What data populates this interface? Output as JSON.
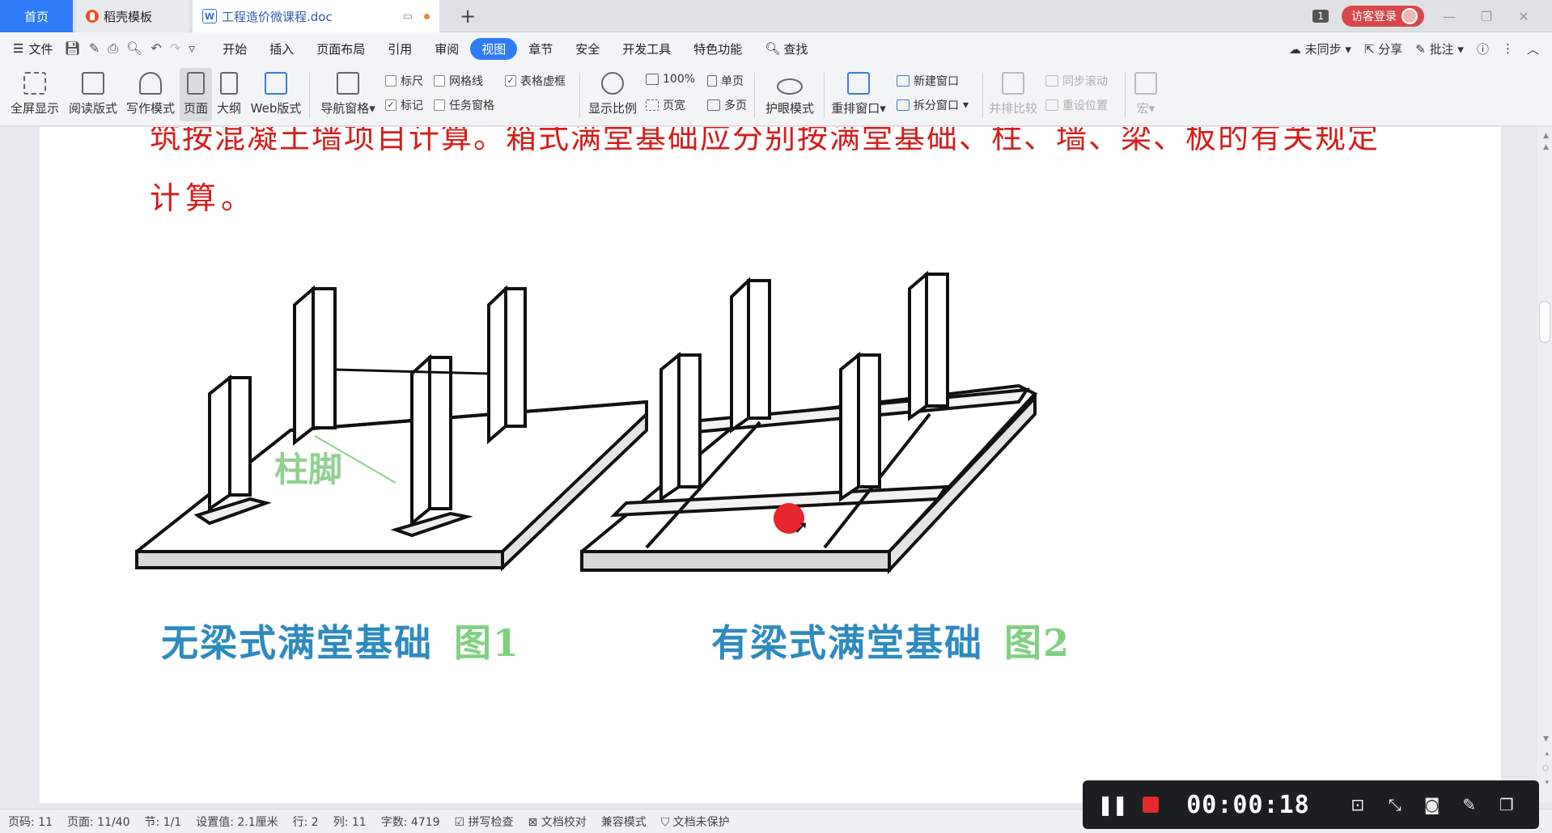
{
  "tabs": {
    "home": "首页",
    "daoke": "稻壳模板",
    "doc": "工程造价微课程.doc",
    "add": "+"
  },
  "titlebar_right": {
    "count": "1",
    "login": "访客登录"
  },
  "menu": {
    "file": "文件",
    "items": [
      "开始",
      "插入",
      "页面布局",
      "引用",
      "审阅",
      "视图",
      "章节",
      "安全",
      "开发工具",
      "特色功能"
    ],
    "active": "视图",
    "search": "查找",
    "right": {
      "sync": "未同步",
      "share": "分享",
      "comment": "批注"
    }
  },
  "ribbon": {
    "fullscreen": "全屏显示",
    "read_mode": "阅读版式",
    "write_mode": "写作模式",
    "page": "页面",
    "outline": "大纲",
    "web": "Web版式",
    "nav_pane": "导航窗格",
    "ruler": "标尺",
    "gridlines": "网格线",
    "table_grid": "表格虚框",
    "marks": "标记",
    "task_pane": "任务窗格",
    "zoom": "显示比例",
    "zoom_100": "100%",
    "page_width": "页宽",
    "single_page": "单页",
    "multi_page": "多页",
    "eye_mode": "护眼模式",
    "rearrange": "重排窗口",
    "new_window": "新建窗口",
    "split_window": "拆分窗口",
    "side_by_side": "并排比较",
    "sync_scroll": "同步滚动",
    "reset_pos": "重设位置",
    "macro": "宏"
  },
  "document": {
    "top_line": "筑按混凝土墙项目计算。箱式满堂基础应分别按满堂基础、柱、墙、梁、板的有关规定",
    "calc": "计算。",
    "fig1_caption": "无梁式满堂基础",
    "fig1_label": "图1",
    "fig2_caption": "有梁式满堂基础",
    "fig2_label": "图2",
    "column_foot": "柱脚"
  },
  "status": {
    "page_no": "页码: 11",
    "pages": "页面: 11/40",
    "section": "节: 1/1",
    "setting": "设置值: 2.1厘米",
    "row": "行: 2",
    "col": "列: 11",
    "words": "字数: 4719",
    "spell": "拼写检查",
    "proof": "文档校对",
    "compat": "兼容模式",
    "protect": "文档未保护"
  },
  "recorder": {
    "time": "00:00:18"
  }
}
